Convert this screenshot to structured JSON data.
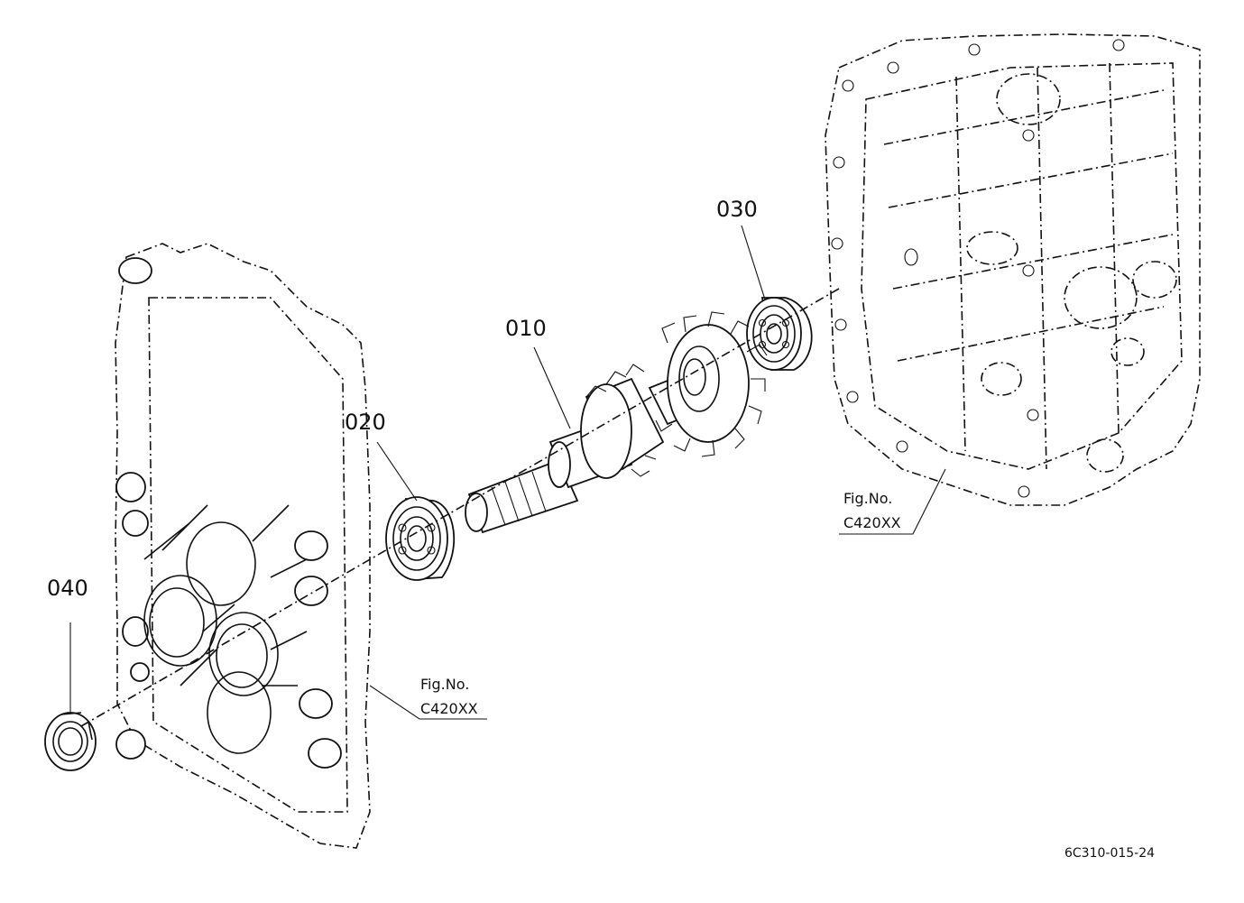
{
  "parts": [
    {
      "id": "010"
    },
    {
      "id": "020"
    },
    {
      "id": "030"
    },
    {
      "id": "040"
    }
  ],
  "references": [
    {
      "line1": "Fig.No.",
      "line2": "C420XX"
    },
    {
      "line1": "Fig.No.",
      "line2": "C420XX"
    }
  ],
  "drawing_code": "6C310-015-24"
}
